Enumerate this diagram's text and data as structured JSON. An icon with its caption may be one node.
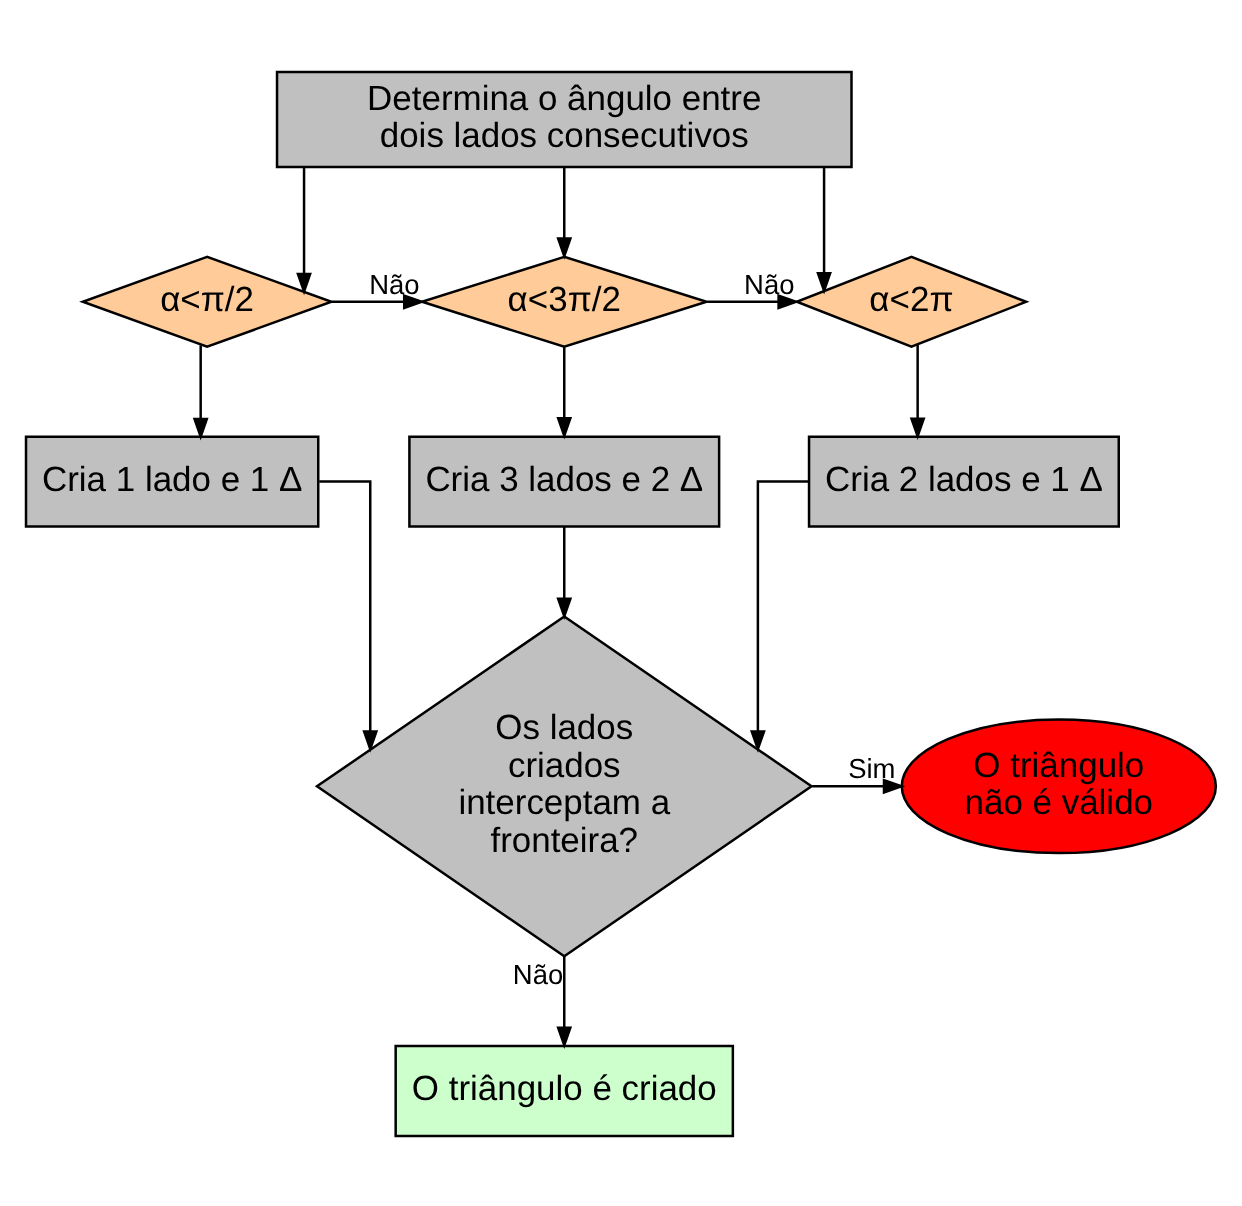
{
  "diagram": {
    "nodes": [
      {
        "text": [
          "Determina o ângulo entre dois lados consecutivos"
        ]
      },
      {
        "text": [
          "α<π/2"
        ]
      },
      {
        "text": [
          "α<3π/2"
        ]
      },
      {
        "text": [
          "α<2π"
        ]
      },
      {
        "text": [
          "Cria 1 lado e 1 Δ"
        ]
      },
      {
        "text": [
          "Cria 3 lados e 2 Δ"
        ]
      },
      {
        "text": [
          "Cria 2 lados e 1 Δ"
        ]
      },
      {
        "text": [
          "Os lados criados interceptam a fronteira?"
        ]
      },
      {
        "text": [
          "O triângulo não é válido"
        ]
      },
      {
        "text": [
          "O triângulo é criado"
        ]
      }
    ],
    "edges": [
      {
        "from": 0,
        "to": 1,
        "arrow": "to"
      },
      {
        "from": 0,
        "to": 2,
        "arrow": "to"
      },
      {
        "from": 0,
        "to": 3,
        "arrow": "to"
      },
      {
        "from": 1,
        "to": 2,
        "arrow": "to",
        "label": "Não"
      },
      {
        "from": 2,
        "to": 3,
        "arrow": "to",
        "label": "Não"
      },
      {
        "from": 1,
        "to": 4,
        "arrow": "to"
      },
      {
        "from": 2,
        "to": 5,
        "arrow": "to"
      },
      {
        "from": 3,
        "to": 6,
        "arrow": "to"
      },
      {
        "from": 4,
        "to": 7,
        "arrow": "to"
      },
      {
        "from": 5,
        "to": 7,
        "arrow": "to"
      },
      {
        "from": 6,
        "to": 7,
        "arrow": "to"
      },
      {
        "from": 7,
        "to": 8,
        "arrow": "to",
        "label": "Sim"
      },
      {
        "from": 7,
        "to": 9,
        "arrow": "to",
        "label": "Não"
      }
    ]
  }
}
